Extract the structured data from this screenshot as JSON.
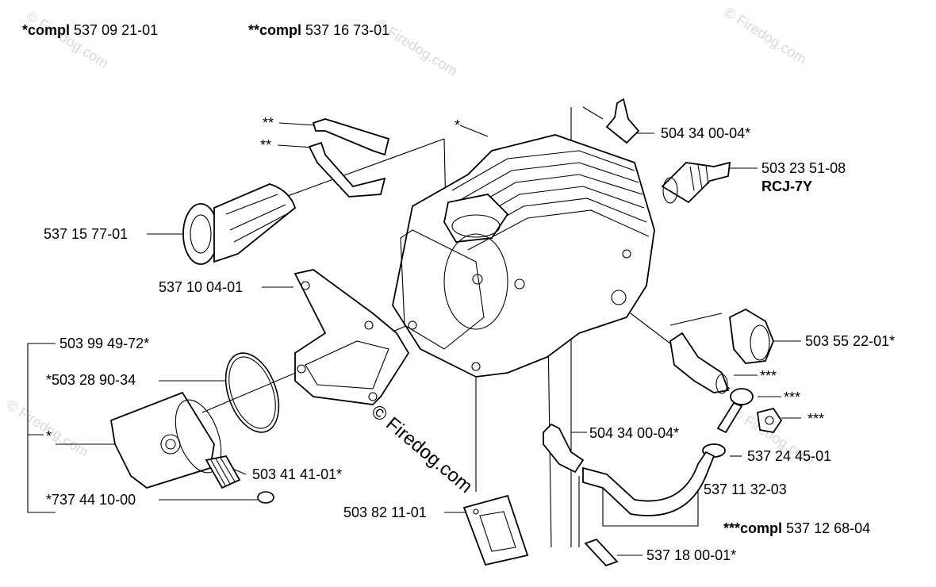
{
  "header": {
    "compl1": {
      "prefix": "*compl",
      "number": "537 09 21-01"
    },
    "compl2": {
      "prefix": "**compl",
      "number": "537 16 73-01"
    }
  },
  "labels": {
    "p1": "504 34 00-04*",
    "p2": "503 23 51-08",
    "p2_sub": "RCJ-7Y",
    "p3": "537 15 77-01",
    "p4": "537 10 04-01",
    "p5": "503 55 22-01*",
    "p6": "503 99 49-72*",
    "p7": "*503 28 90-34",
    "p8": "504 34 00-04*",
    "p9": "537 24 45-01",
    "p10": "503 41 41-01*",
    "p11": "537 11 32-03",
    "p12": "*737 44 10-00",
    "p13": "503 82 11-01",
    "p14": "537 18 00-01*",
    "compl3": {
      "prefix": "***compl",
      "number": "537 12 68-04"
    },
    "star1": "**",
    "star2": "**",
    "star3": "*",
    "star4": "*",
    "star5": "***",
    "star6": "***",
    "star7": "***"
  },
  "watermark": {
    "small": "© Firedog.com",
    "big": "© Firedog.com"
  }
}
